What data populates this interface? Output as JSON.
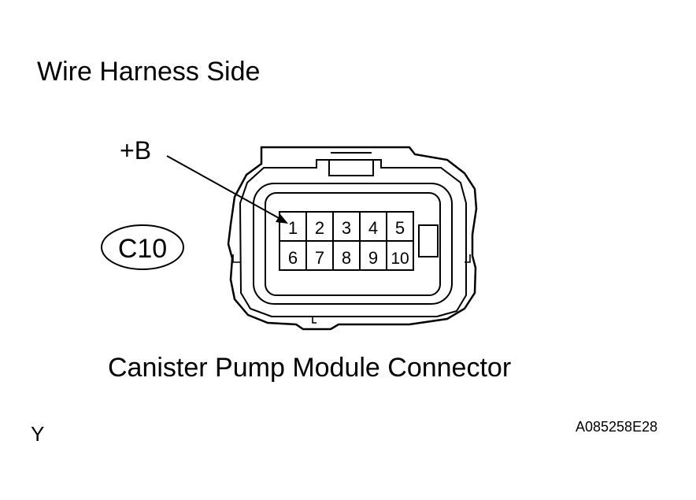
{
  "title": "Wire Harness Side",
  "caption": "Canister Pump Module Connector",
  "connector_code": "C10",
  "terminal_label": "+B",
  "pins": [
    "1",
    "2",
    "3",
    "4",
    "5",
    "6",
    "7",
    "8",
    "9",
    "10"
  ],
  "corner_left": "Y",
  "corner_right": "A085258E28",
  "colors": {
    "line": "#000000",
    "background": "#ffffff"
  }
}
